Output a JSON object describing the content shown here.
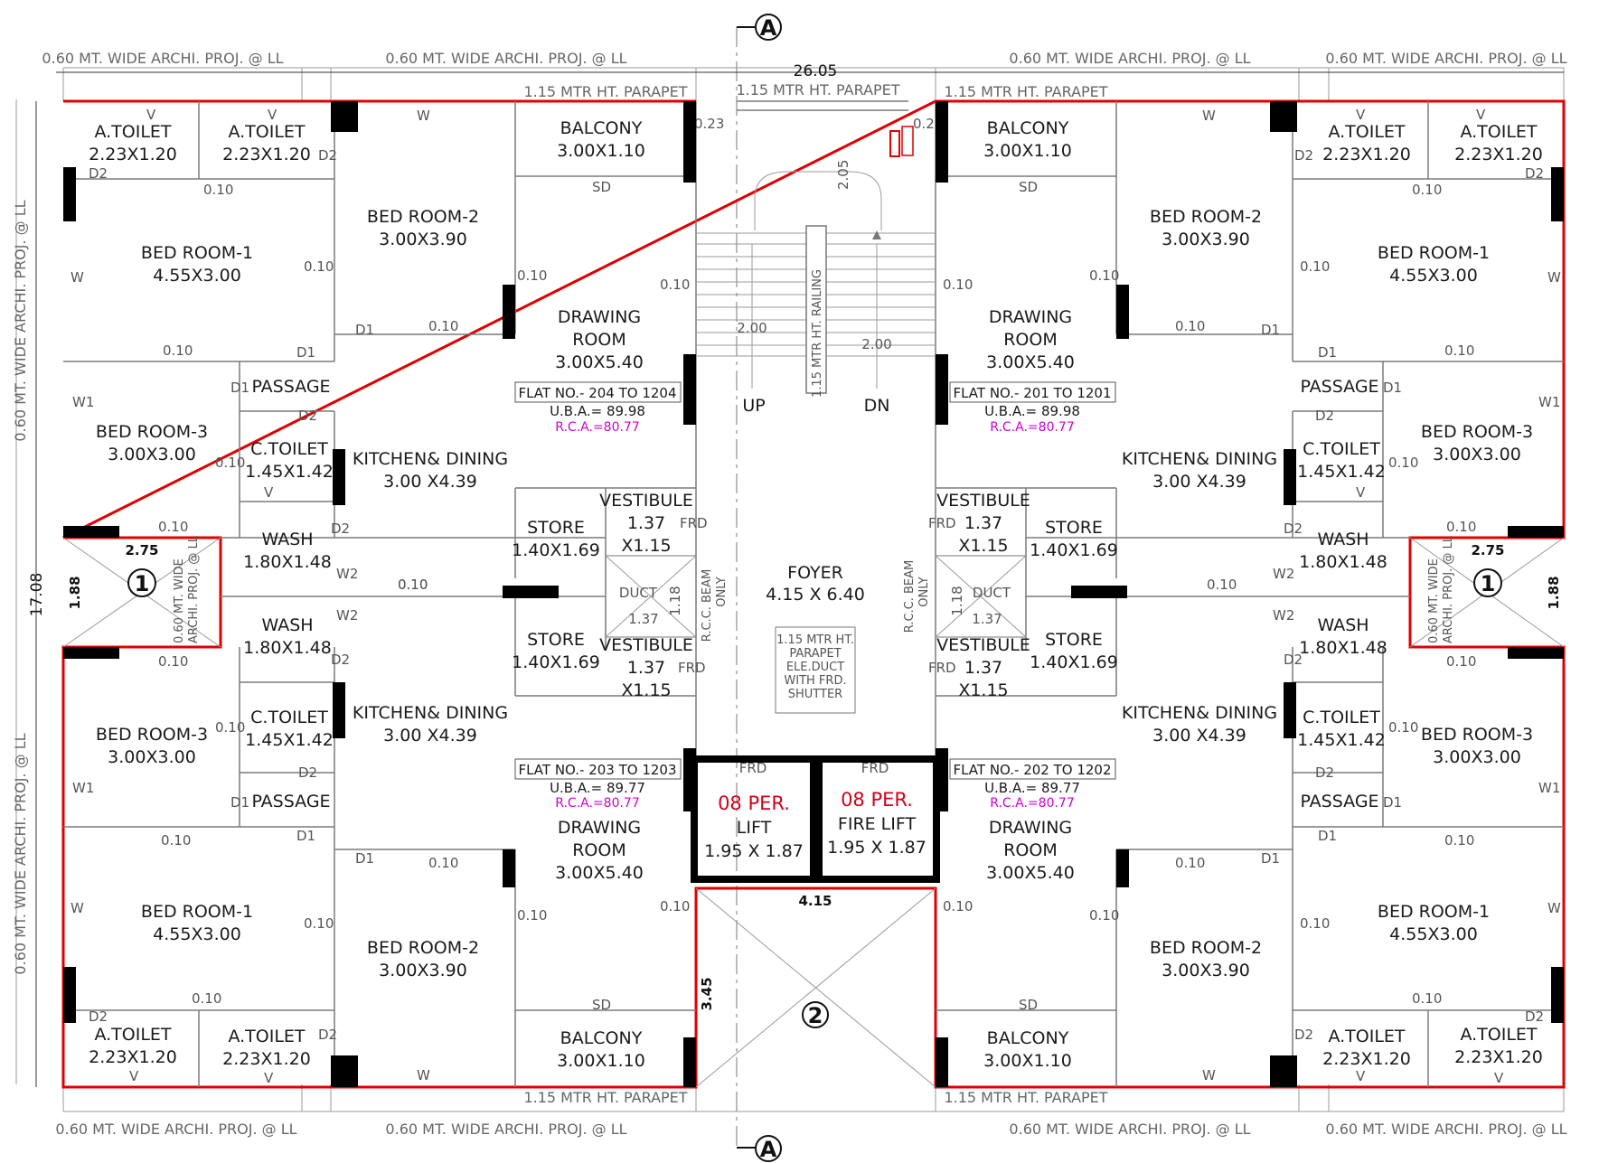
{
  "flats": {
    "nw": {
      "no": "FLAT NO.- 204 TO 1204",
      "uba": "U.B.A.= 89.98",
      "rca": "R.C.A.=80.77"
    },
    "ne": {
      "no": "FLAT NO.- 201 TO 1201",
      "uba": "U.B.A.= 89.98",
      "rca": "R.C.A.=80.77"
    },
    "sw": {
      "no": "FLAT NO.- 203 TO 1203",
      "uba": "U.B.A.= 89.77",
      "rca": "R.C.A.=80.77"
    },
    "se": {
      "no": "FLAT NO.- 202 TO 1202",
      "uba": "U.B.A.= 89.77",
      "rca": "R.C.A.=80.77"
    }
  },
  "rooms": {
    "a_toilet": "A.TOILET",
    "a_toilet_size": "2.23X1.20",
    "balcony": "BALCONY",
    "balcony_size": "3.00X1.10",
    "bed1": "BED ROOM-1",
    "bed1_size": "4.55X3.00",
    "bed2": "BED ROOM-2",
    "bed2_size": "3.00X3.90",
    "bed3": "BED ROOM-3",
    "bed3_size": "3.00X3.00",
    "drawing1": "DRAWING",
    "drawing2": "ROOM",
    "drawing_size": "3.00X5.40",
    "passage": "PASSAGE",
    "c_toilet": "C.TOILET",
    "c_toilet_size": "1.45X1.42",
    "kitchen": "KITCHEN& DINING",
    "kitchen_size": "3.00 X4.39",
    "wash": "WASH",
    "wash_size": "1.80X1.48",
    "store": "STORE",
    "store_size": "1.40X1.69",
    "vestibule": "VESTIBULE",
    "vestibule_w": "1.37",
    "vestibule_h": "X1.15",
    "duct": "DUCT",
    "duct_w": "1.37",
    "duct_h": "1.18",
    "beam1": "R.C.C. BEAM",
    "beam2": "ONLY"
  },
  "core": {
    "foyer": "FOYER",
    "foyer_size": "4.15 X 6.40",
    "duct_note": [
      "1.15 MTR HT.",
      "PARAPET",
      "ELE.DUCT",
      "WITH FRD.",
      "SHUTTER"
    ],
    "lift_per": "08 PER.",
    "lift": "LIFT",
    "lift_size": "1.95 X 1.87",
    "firelift_per": "08 PER.",
    "firelift": "FIRE LIFT",
    "firelift_size": "1.95 X 1.87",
    "up": "UP",
    "dn": "DN",
    "railing": "1.15 MTR HT. RAILING",
    "stair_w1": "2.00",
    "stair_w2": "2.00",
    "stair_top": "2.05",
    "frd": "FRD",
    "cutout_w": "4.15",
    "cutout_h": "3.45"
  },
  "annotations": {
    "proj": "0.60 MT. WIDE ARCHI. PROJ. @ LL",
    "parapet": "1.15 MTR HT. PARAPET",
    "overall_w": "26.05",
    "overall_h": "17.08",
    "section": "A",
    "grid1": "1",
    "grid2": "2",
    "court_w": "2.75",
    "court_h": "1.88",
    "court_proj": [
      "0.60 MT. WIDE",
      "ARCHI. PROJ. @ LL"
    ],
    "wall_010": "0.10",
    "wall_023": "0.23",
    "d1": "D1",
    "d2": "D2",
    "w": "W",
    "w1": "W1",
    "w2": "W2",
    "v": "V",
    "sd": "SD"
  }
}
